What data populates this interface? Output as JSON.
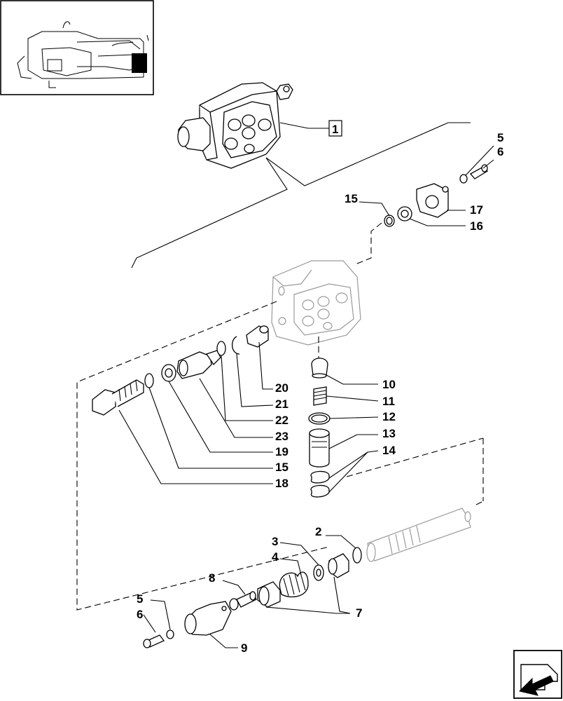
{
  "diagram": {
    "type": "exploded-parts-diagram",
    "callouts": {
      "c1": "1",
      "c2": "2",
      "c3": "3",
      "c4": "4",
      "c5a": "5",
      "c5b": "5",
      "c6a": "6",
      "c6b": "6",
      "c7": "7",
      "c8": "8",
      "c9": "9",
      "c10": "10",
      "c11": "11",
      "c12": "12",
      "c13": "13",
      "c14": "14",
      "c15a": "15",
      "c15b": "15",
      "c16": "16",
      "c17": "17",
      "c18": "18",
      "c19": "19",
      "c20": "20",
      "c21": "21",
      "c22": "22",
      "c23": "23"
    }
  },
  "icons": {
    "thumbnail": "tractor-location-thumbnail",
    "nav": "next-page-arrow-icon"
  }
}
